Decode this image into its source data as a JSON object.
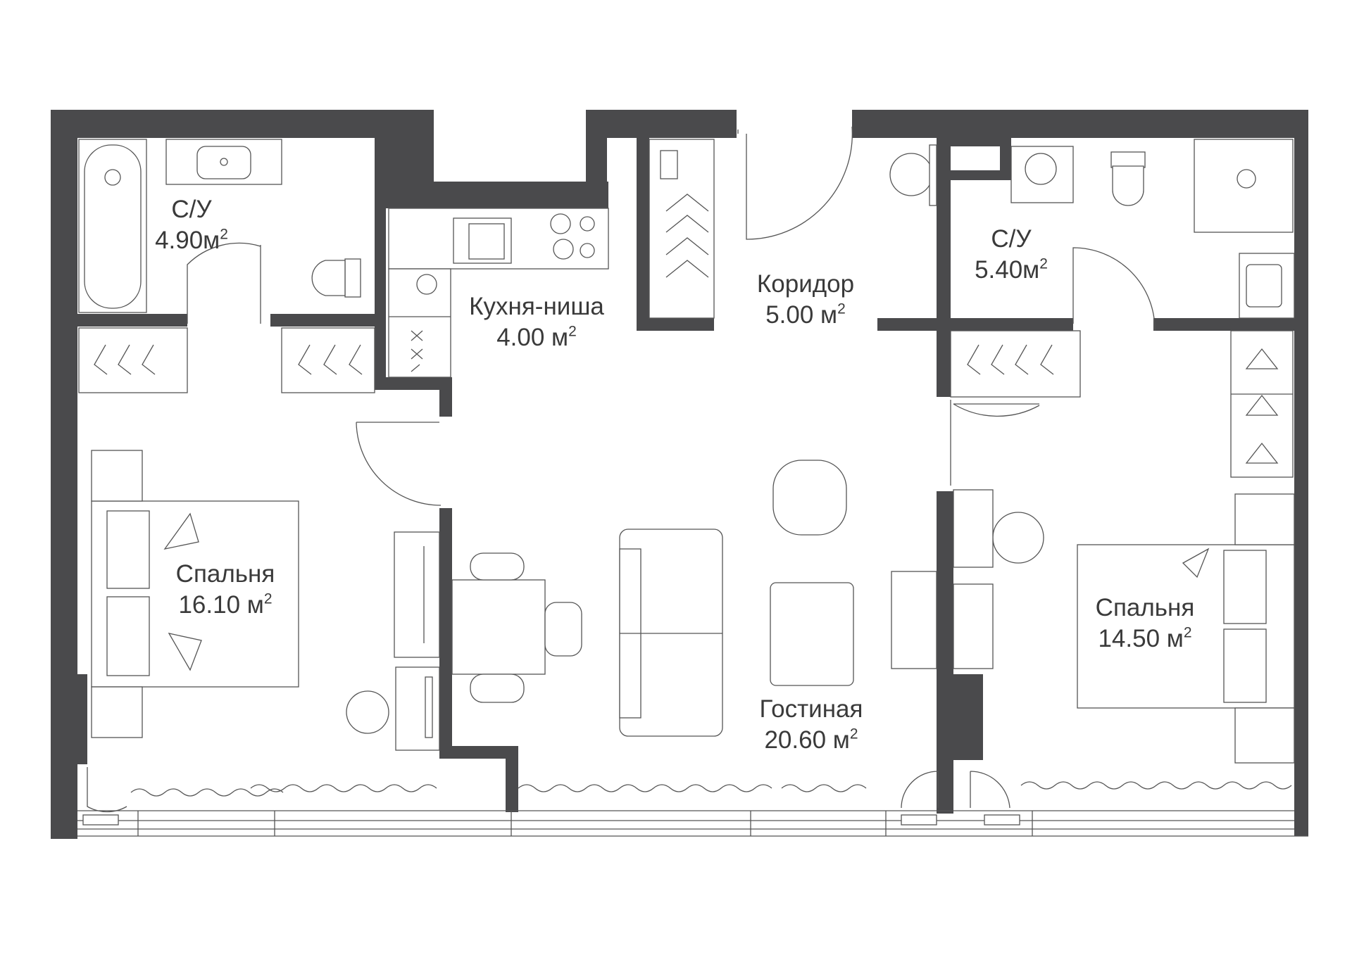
{
  "rooms": {
    "bath1": {
      "name": "С/У",
      "area": "4.90м",
      "sup": "2"
    },
    "kitchen": {
      "name": "Кухня-ниша",
      "area": "4.00 м",
      "sup": "2"
    },
    "corridor": {
      "name": "Коридор",
      "area": "5.00 м",
      "sup": "2"
    },
    "bath2": {
      "name": "С/У",
      "area": "5.40м",
      "sup": "2"
    },
    "bedroom1": {
      "name": "Спальня",
      "area": "16.10 м",
      "sup": "2"
    },
    "living": {
      "name": "Гостиная",
      "area": "20.60 м",
      "sup": "2"
    },
    "bedroom2": {
      "name": "Спальня",
      "area": "14.50 м",
      "sup": "2"
    }
  },
  "colors": {
    "wall": "#4a4a4c",
    "line": "#555555",
    "text": "#3a3a3a"
  }
}
